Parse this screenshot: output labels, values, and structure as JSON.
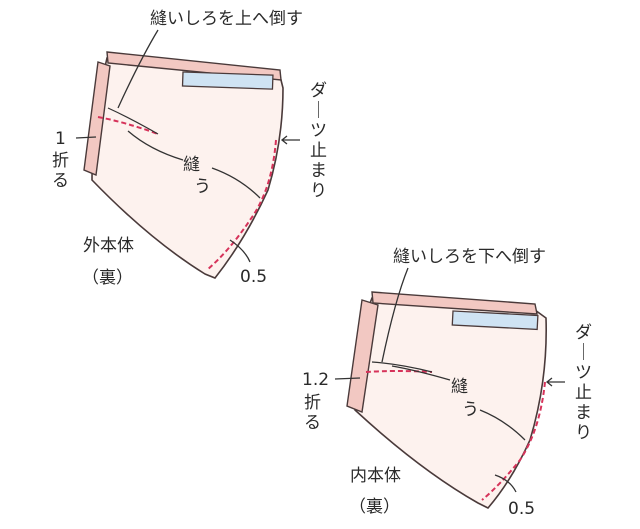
{
  "colors": {
    "fabric_fill": "#fdf2ee",
    "outline": "#4a3a3a",
    "band_fill": "#f2c8c2",
    "tag_fill": "#cfe3f3",
    "stitch": "#d6335a",
    "leader": "#333333"
  },
  "top": {
    "seam_allowance_note": "縫いしろを上へ倒す",
    "fold_value": "1",
    "fold_label": "折る",
    "sew_label": [
      "縫",
      "う"
    ],
    "dart_stop_label": "ダーツ止まり",
    "body_label": "外本体",
    "body_sub": "（裏）",
    "seam_value": "0.5"
  },
  "bottom": {
    "seam_allowance_note": "縫いしろを下へ倒す",
    "fold_value": "1.2",
    "fold_label": "折る",
    "sew_label": [
      "縫",
      "う"
    ],
    "dart_stop_label": "ダーツ止まり",
    "body_label": "内本体",
    "body_sub": "（裏）",
    "seam_value": "0.5"
  }
}
